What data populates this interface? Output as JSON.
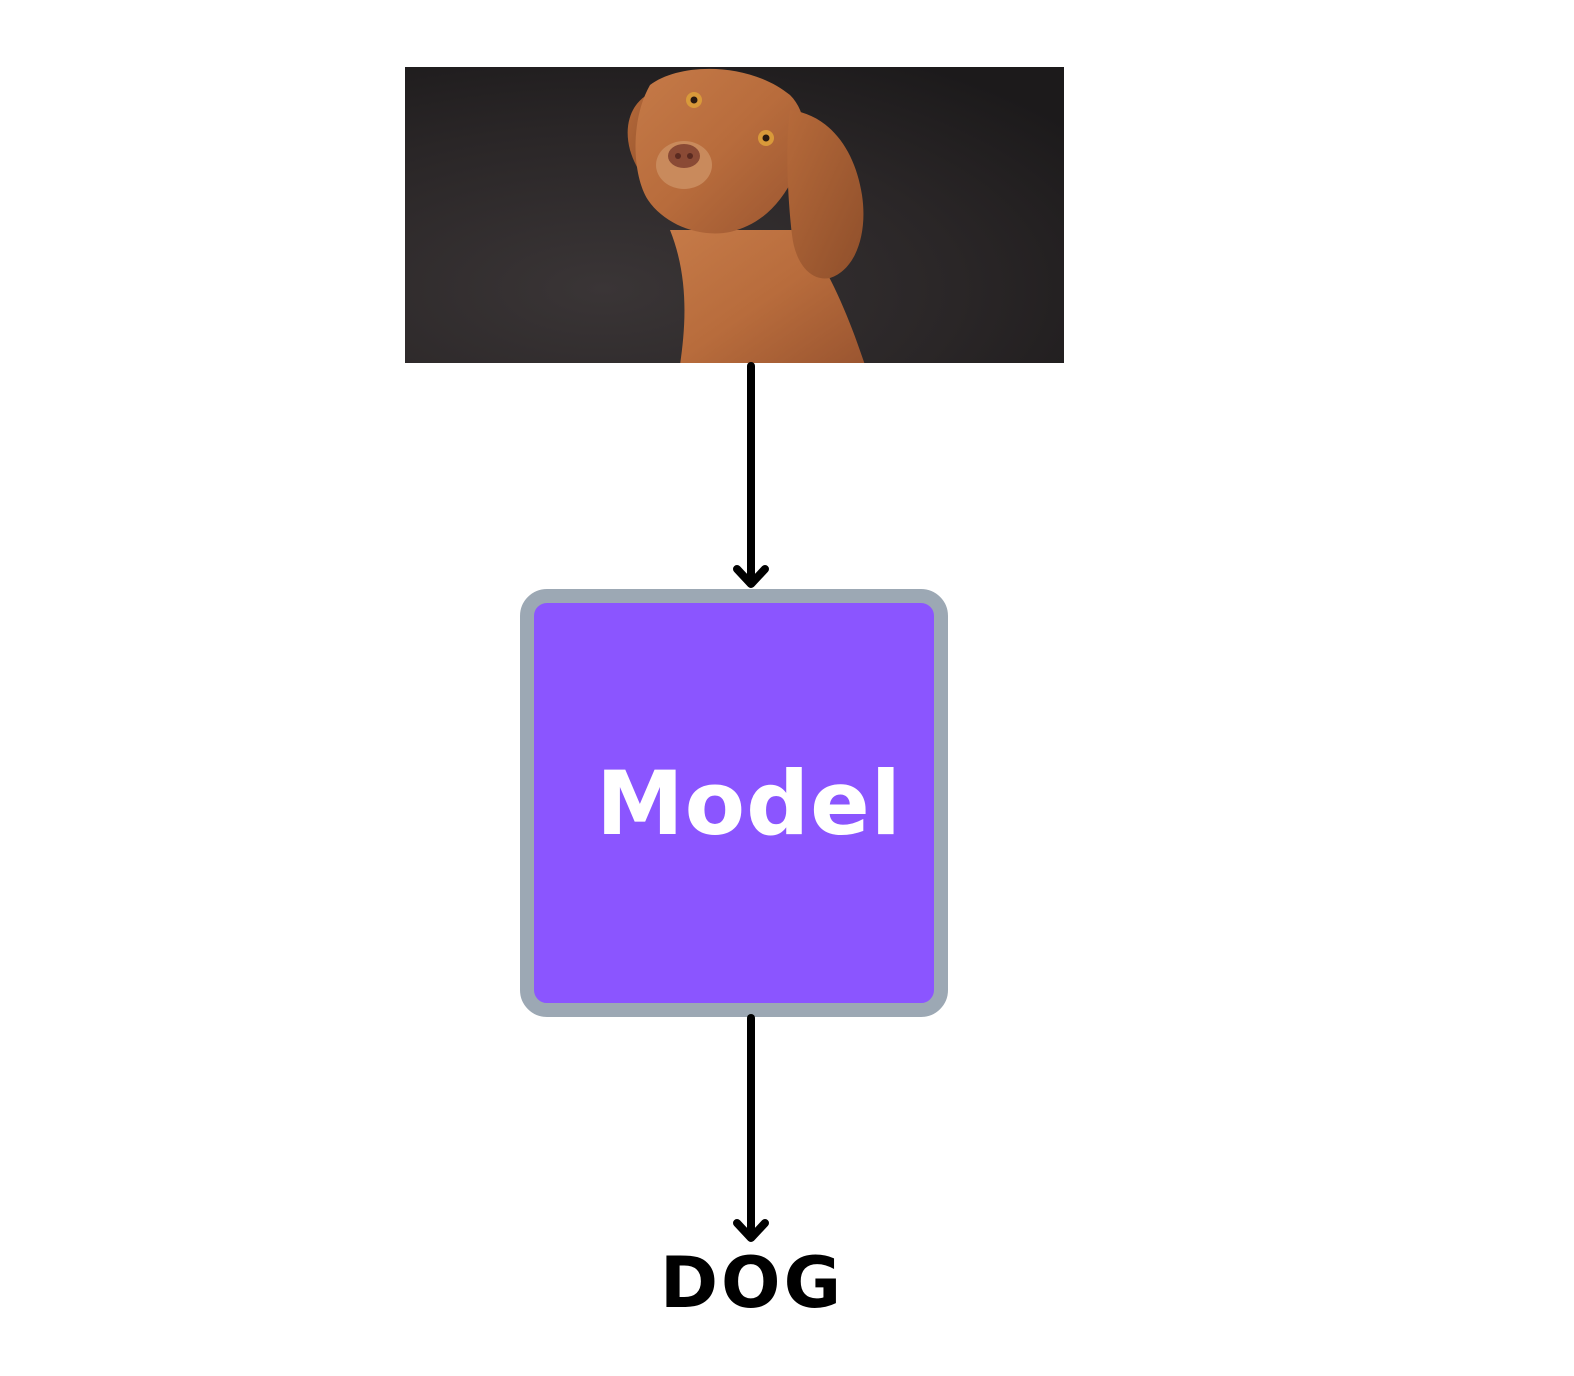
{
  "diagram": {
    "input": {
      "image_subject": "dog-photo",
      "background_color": "#2a2627",
      "fur_color": "#b86c3c"
    },
    "model": {
      "label": "Model",
      "fill_color": "#8b55ff",
      "border_color": "#9ca8b4"
    },
    "output": {
      "label": "DOG"
    },
    "arrow_color": "#000000"
  }
}
